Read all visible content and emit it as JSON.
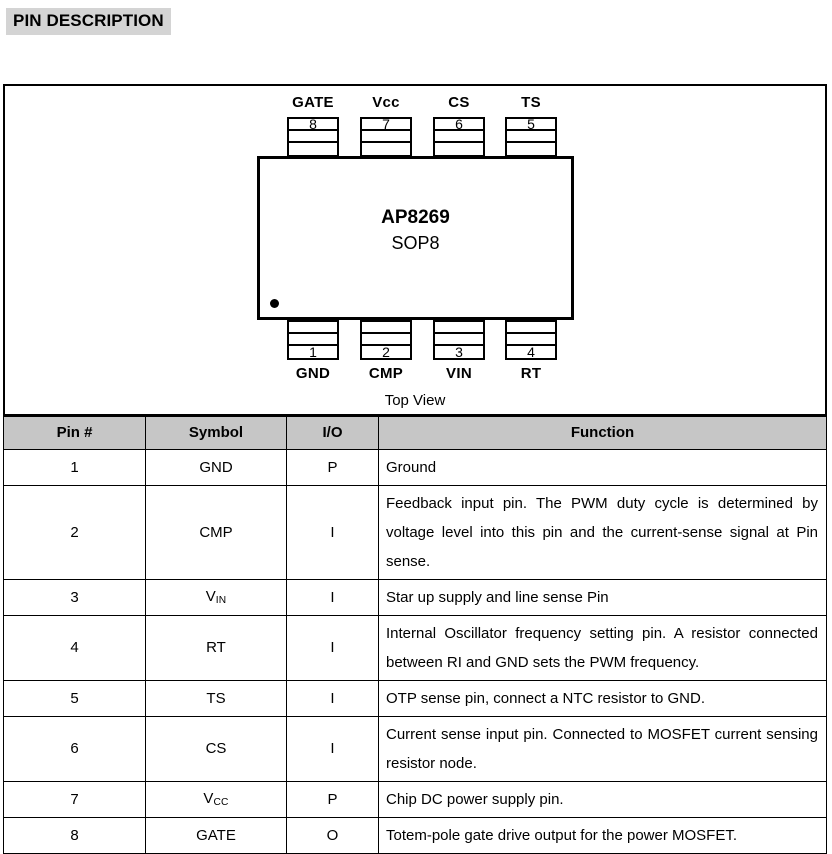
{
  "section": {
    "title": "PIN DESCRIPTION",
    "banner_color": "#d4d4d4"
  },
  "diagram": {
    "chip_name": "AP8269",
    "package": "SOP8",
    "view_label": "Top View",
    "pin1_marker": "dot",
    "top_pins": [
      {
        "number": "8",
        "label": "GATE"
      },
      {
        "number": "7",
        "label": "Vcc"
      },
      {
        "number": "6",
        "label": "CS"
      },
      {
        "number": "5",
        "label": "TS"
      }
    ],
    "bottom_pins": [
      {
        "number": "1",
        "label": "GND"
      },
      {
        "number": "2",
        "label": "CMP"
      },
      {
        "number": "3",
        "label": "VIN"
      },
      {
        "number": "4",
        "label": "RT"
      }
    ]
  },
  "table": {
    "header_bg": "#c6c6c6",
    "columns": [
      "Pin #",
      "Symbol",
      "I/O",
      "Function"
    ],
    "rows": [
      {
        "pin": "1",
        "symbol": "GND",
        "symbol_sub": "",
        "io": "P",
        "function": "Ground"
      },
      {
        "pin": "2",
        "symbol": "CMP",
        "symbol_sub": "",
        "io": "I",
        "function": "Feedback input pin. The PWM duty cycle is determined by voltage level into this pin and the current-sense signal at Pin sense."
      },
      {
        "pin": "3",
        "symbol": "V",
        "symbol_sub": "IN",
        "io": "I",
        "function": "Star up supply and line sense Pin"
      },
      {
        "pin": "4",
        "symbol": "RT",
        "symbol_sub": "",
        "io": "I",
        "function": "Internal Oscillator frequency setting pin. A resistor connected between RI and GND sets the PWM frequency."
      },
      {
        "pin": "5",
        "symbol": "TS",
        "symbol_sub": "",
        "io": "I",
        "function": "OTP sense pin, connect a NTC resistor to GND."
      },
      {
        "pin": "6",
        "symbol": "CS",
        "symbol_sub": "",
        "io": "I",
        "function": "Current sense input pin. Connected to MOSFET current sensing resistor node."
      },
      {
        "pin": "7",
        "symbol": "V",
        "symbol_sub": "CC",
        "io": "P",
        "function": "Chip DC power supply pin."
      },
      {
        "pin": "8",
        "symbol": "GATE",
        "symbol_sub": "",
        "io": "O",
        "function": "Totem-pole gate drive output for the power MOSFET."
      }
    ]
  }
}
